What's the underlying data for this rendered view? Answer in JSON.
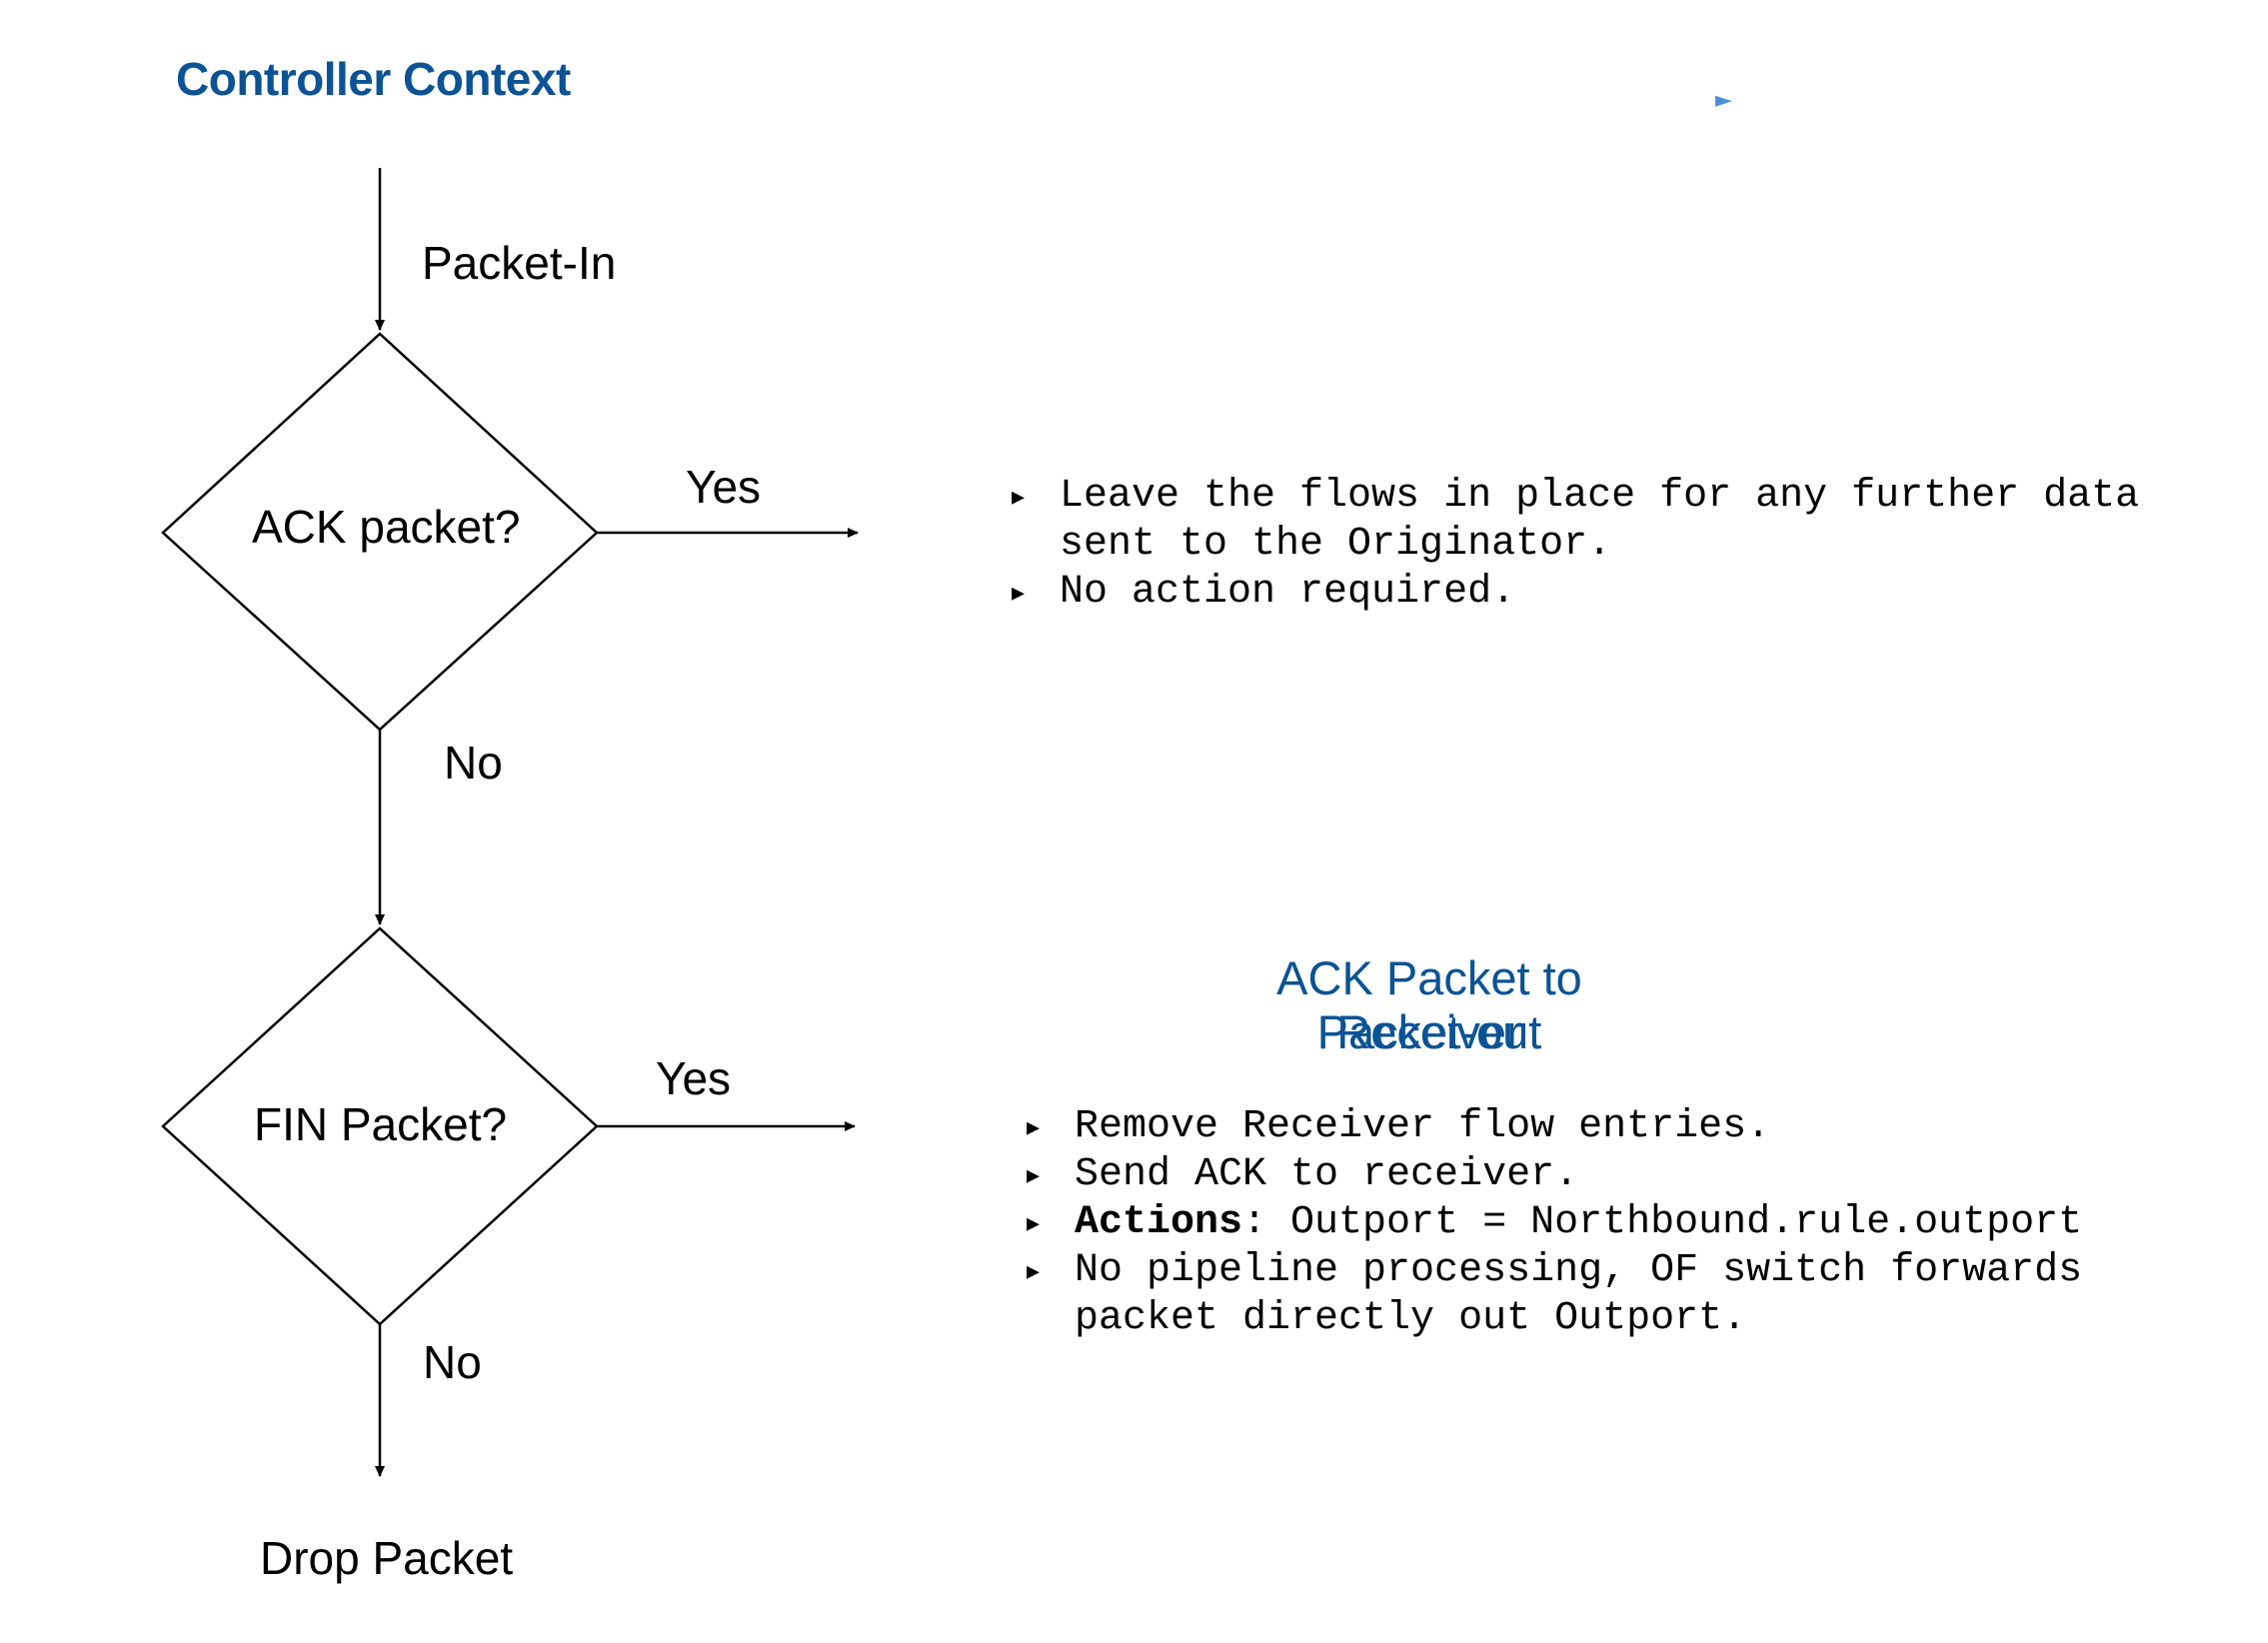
{
  "title": "Controller Context",
  "marker_icon": "right-triangle-icon",
  "colors": {
    "accent": "#0b5394",
    "marker": "#4a90d9",
    "stroke": "#000000"
  },
  "flow": {
    "entry_label": "Packet-In",
    "decision1": {
      "label": "ACK  packet?",
      "yes_label": "Yes",
      "no_label": "No"
    },
    "decision2": {
      "label": "FIN Packet?",
      "yes_label": "Yes",
      "no_label": "No"
    },
    "terminal": "Drop Packet"
  },
  "ack_notes": [
    {
      "text": "Leave the flows in place for any further data"
    },
    {
      "text": "sent to the Originator.",
      "continuation": true
    },
    {
      "text": "No action required."
    }
  ],
  "fin_heading": {
    "line1": "ACK Packet to Receiver",
    "line2": "Packet-out"
  },
  "fin_notes": [
    {
      "text": "Remove Receiver flow entries."
    },
    {
      "text": "Send ACK to receiver."
    },
    {
      "bold": "Actions",
      "text": ": Outport = Northbound.rule.outport"
    },
    {
      "text": "No pipeline processing, OF switch forwards"
    },
    {
      "text": "packet directly out Outport.",
      "continuation": true
    }
  ]
}
